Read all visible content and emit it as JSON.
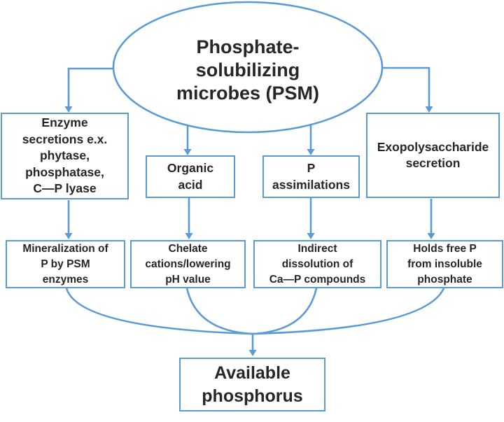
{
  "colors": {
    "accent": "#5B9BD5",
    "text": "#262626",
    "background": "#FFFFFF"
  },
  "diagram": {
    "root": {
      "id": "psm",
      "label": "Phosphate-\nsolubilizing\nmicrobes (PSM)"
    },
    "mechanisms": [
      {
        "id": "enzyme-secretions",
        "label": "Enzyme\nsecretions e.x.\nphytase,\nphosphatase,\nC—P lyase"
      },
      {
        "id": "organic-acid",
        "label": "Organic\nacid"
      },
      {
        "id": "p-assimilations",
        "label": "P\nassimilations"
      },
      {
        "id": "exopolysaccharide-secretion",
        "label": "Exopolysaccharide\nsecretion"
      }
    ],
    "outcomes": [
      {
        "id": "mineralization",
        "label": "Mineralization of\nP by PSM\nenzymes"
      },
      {
        "id": "chelate",
        "label": "Chelate\ncations/lowering\npH value"
      },
      {
        "id": "indirect-dissolution",
        "label": "Indirect\ndissolution of\nCa—P compounds"
      },
      {
        "id": "holds-free-p",
        "label": "Holds free P\nfrom insoluble\nphosphate"
      }
    ],
    "result": {
      "id": "available-phosphorus",
      "label": "Available\nphosphorus"
    },
    "edges": [
      {
        "from": "psm",
        "to": "enzyme-secretions"
      },
      {
        "from": "psm",
        "to": "organic-acid"
      },
      {
        "from": "psm",
        "to": "p-assimilations"
      },
      {
        "from": "psm",
        "to": "exopolysaccharide-secretion"
      },
      {
        "from": "enzyme-secretions",
        "to": "mineralization"
      },
      {
        "from": "organic-acid",
        "to": "chelate"
      },
      {
        "from": "p-assimilations",
        "to": "indirect-dissolution"
      },
      {
        "from": "exopolysaccharide-secretion",
        "to": "holds-free-p"
      },
      {
        "from": "mineralization",
        "to": "available-phosphorus"
      },
      {
        "from": "chelate",
        "to": "available-phosphorus"
      },
      {
        "from": "indirect-dissolution",
        "to": "available-phosphorus"
      },
      {
        "from": "holds-free-p",
        "to": "available-phosphorus"
      }
    ]
  }
}
